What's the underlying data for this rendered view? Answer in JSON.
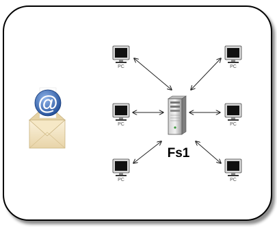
{
  "server": {
    "label": "Fs1",
    "icon": "server-tower-icon"
  },
  "clients": [
    {
      "label": "PC",
      "icon": "computer-monitor-icon"
    },
    {
      "label": "PC",
      "icon": "computer-monitor-icon"
    },
    {
      "label": "PC",
      "icon": "computer-monitor-icon"
    },
    {
      "label": "PC",
      "icon": "computer-monitor-icon"
    },
    {
      "label": "PC",
      "icon": "computer-monitor-icon"
    },
    {
      "label": "PC",
      "icon": "computer-monitor-icon"
    }
  ],
  "email": {
    "icon": "email-envelope-at-icon",
    "symbol": "@"
  },
  "colors": {
    "envelope": "#f3e6c9",
    "at_symbol": "#2e5fa8",
    "frame_border": "#000000",
    "monitor": "#1a1a1a"
  }
}
